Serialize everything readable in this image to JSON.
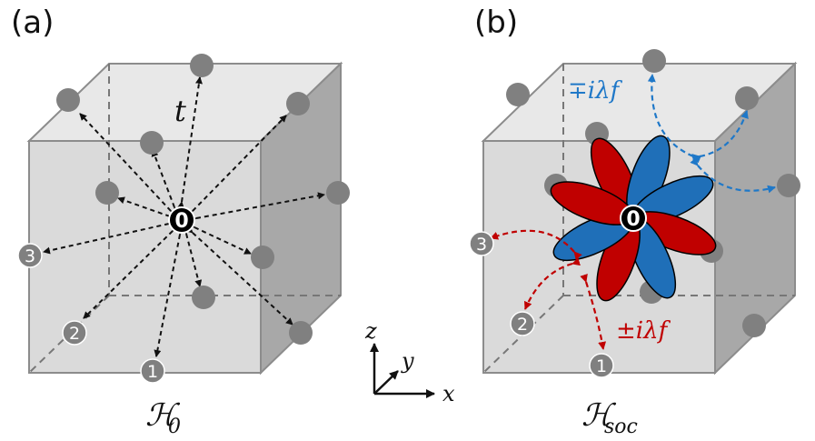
{
  "panel_a": {
    "label": "(a)",
    "hopping_label": "t",
    "hamiltonian_main": "ℋ",
    "hamiltonian_sub": "0",
    "origin_site": "0",
    "site_labels": [
      "1",
      "2",
      "3"
    ]
  },
  "panel_b": {
    "label": "(b)",
    "soc_label_top": "∓iλf",
    "soc_label_bottom": "±iλf",
    "hamiltonian_main": "ℋ",
    "hamiltonian_sub": "soc",
    "origin_site": "0",
    "site_labels": [
      "1",
      "2",
      "3"
    ]
  },
  "axes": {
    "z": "z",
    "y": "y",
    "x": "x"
  },
  "colors": {
    "cube_front": "#d9d9d9",
    "cube_top": "#e6e6e6",
    "cube_side": "#a6a6a6",
    "cube_edge": "#8c8c8c",
    "site_fill": "#808080",
    "origin_fill": "#000000",
    "orbital_red": "#c00000",
    "orbital_blue": "#1f6fb8",
    "soc_blue": "#1f78c8",
    "soc_red": "#c00000"
  }
}
